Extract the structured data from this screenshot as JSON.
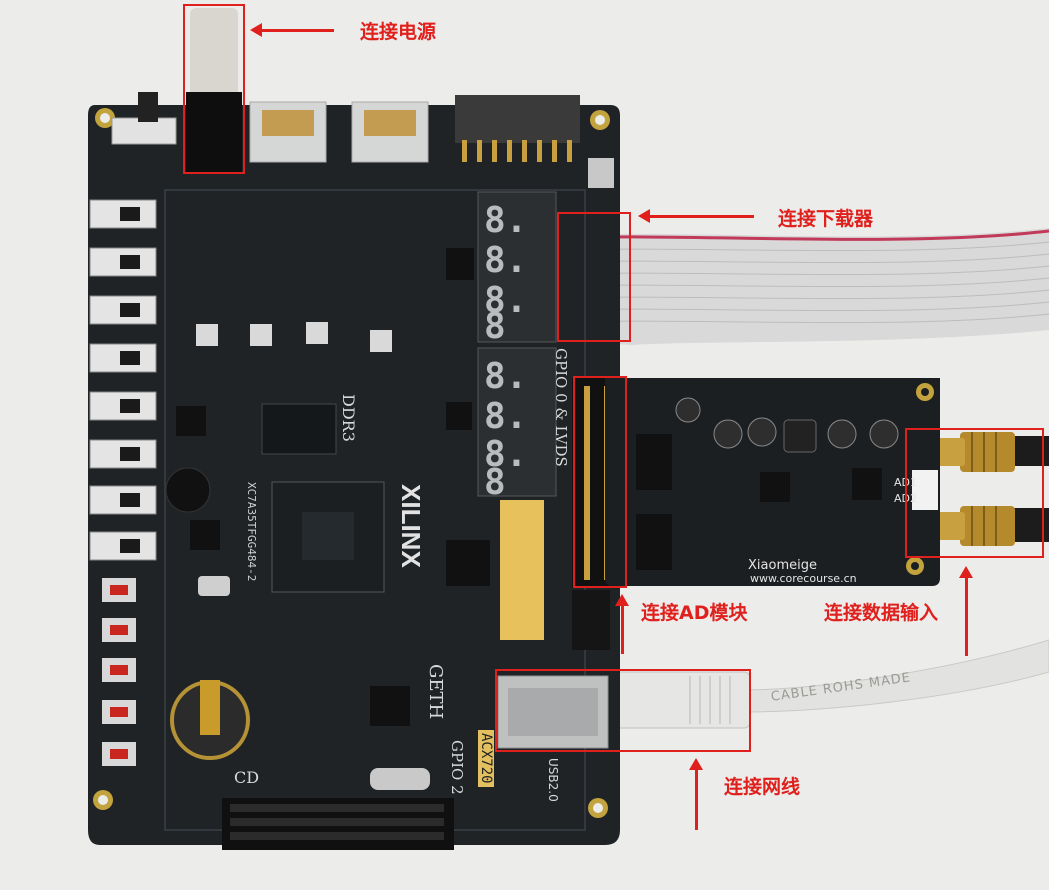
{
  "photo": {
    "board_labels": {
      "ddr3": "DDR3",
      "chip_model": "XC7A35TFGG484-2",
      "brand": "XILINX",
      "geth": "GETH",
      "gpio0": "GPIO 0 & LVDS",
      "gpio2": "GPIO 2",
      "acx": "ACX720",
      "usb": "USB2.0",
      "cd": "CD",
      "adc_brand": "Xiaomeige",
      "adc_url": "www.corecourse.cn",
      "ad1": "AD1",
      "ad2": "AD2",
      "cable_text": "CABLE ROHS MADE"
    }
  },
  "annotations": {
    "power": "连接电源",
    "downloader": "连接下载器",
    "ad_module": "连接AD模块",
    "data_input": "连接数据输入",
    "network": "连接网线"
  },
  "colors": {
    "accent": "#e0201c",
    "pcb": "#1f2326",
    "background": "#ececea"
  }
}
